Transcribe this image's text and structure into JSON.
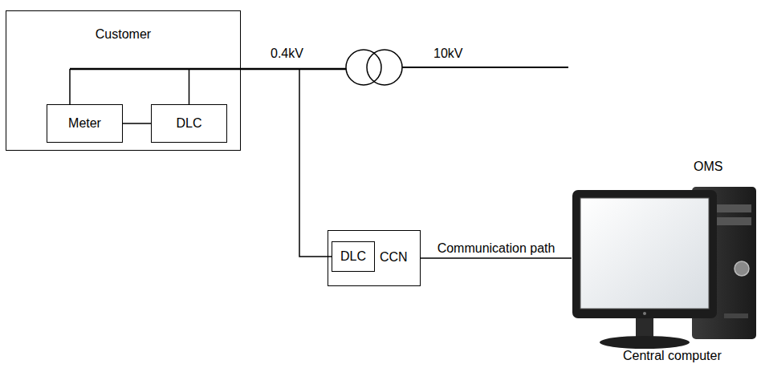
{
  "diagram": {
    "nodes": [
      {
        "text": [
          "Customer"
        ]
      },
      {
        "text": [
          "Meter"
        ],
        "in": 0
      },
      {
        "text": [
          "DLC"
        ],
        "in": 0
      },
      {
        "text": [
          "CCN"
        ]
      },
      {
        "text": [
          "DLC"
        ],
        "in": 3
      },
      {
        "text": [
          "OMS",
          "Central computer"
        ]
      }
    ],
    "edges": [
      {
        "from": 1,
        "to": 2,
        "arrow": "none"
      },
      {
        "from": 2,
        "to": 4,
        "arrow": "none"
      },
      {
        "from": 3,
        "to": 5,
        "arrow": "none",
        "label": "Communication path"
      }
    ],
    "labels": [
      "0.4kV",
      "10kV"
    ]
  }
}
